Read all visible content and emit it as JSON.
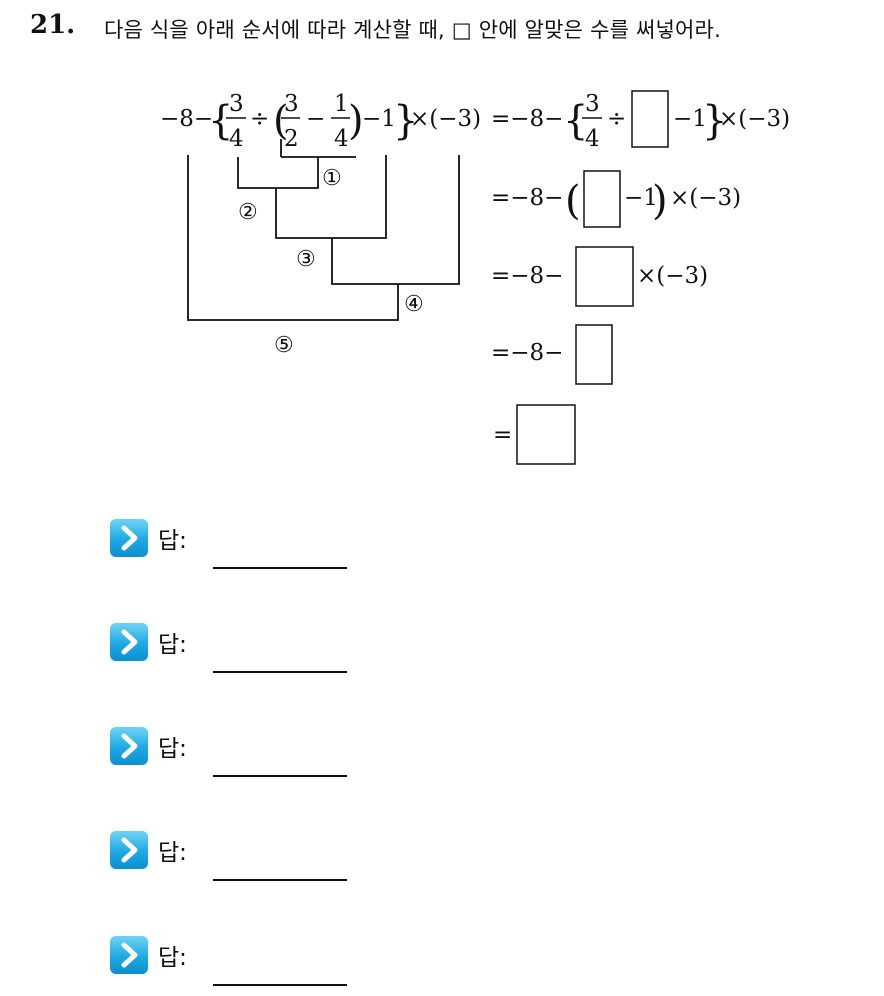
{
  "question": {
    "number": "21.",
    "text": "다음 식을 아래 순서에 따라 계산할 때, □ 안에 알맞은 수를 써넣어라."
  },
  "expression": {
    "minus8": "−8−",
    "open_brace": "{",
    "close_brace": "}",
    "open_paren": "(",
    "close_paren": ")",
    "frac_a_num": "3",
    "frac_a_den": "4",
    "divide": "÷",
    "frac_b_num": "3",
    "frac_b_den": "2",
    "minus": "−",
    "frac_c_num": "1",
    "frac_c_den": "4",
    "minus1": "−1",
    "times_neg3": "×(−3)",
    "equals": "=",
    "eq_minus8": "=−8−"
  },
  "steps": [
    "①",
    "②",
    "③",
    "④",
    "⑤"
  ],
  "answers": [
    {
      "label": "답:"
    },
    {
      "label": "답:"
    },
    {
      "label": "답:"
    },
    {
      "label": "답:"
    },
    {
      "label": "답:"
    }
  ]
}
